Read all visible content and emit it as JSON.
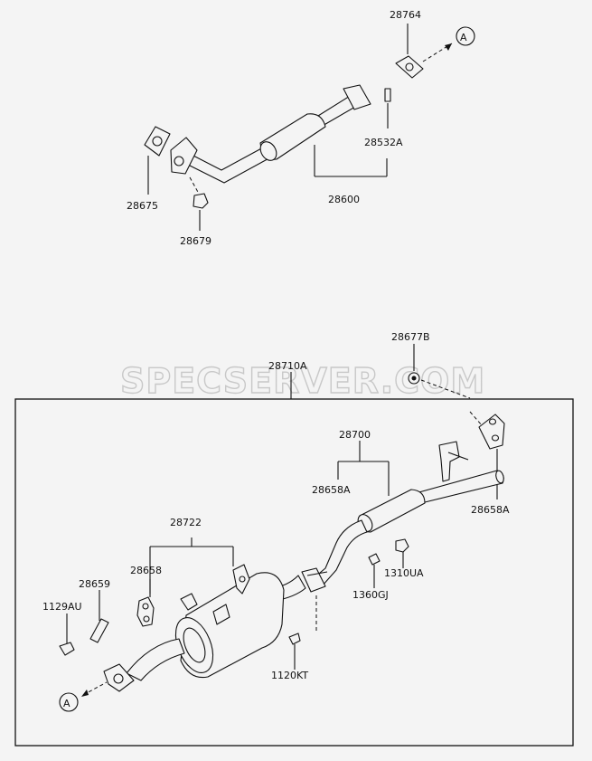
{
  "watermark": "SPECSERVER.COM",
  "labels": {
    "p28764": "28764",
    "p28532A": "28532A",
    "p28675": "28675",
    "p28600": "28600",
    "p28679": "28679",
    "p28677B": "28677B",
    "p28710A": "28710A",
    "p28700": "28700",
    "p28658A_left": "28658A",
    "p28658A_right": "28658A",
    "p28722": "28722",
    "p28659": "28659",
    "p28658": "28658",
    "p1129AU": "1129AU",
    "p1310UA": "1310UA",
    "p1360GJ": "1360GJ",
    "p1120KT": "1120KT",
    "ref_top": "A",
    "ref_bottom": "A"
  }
}
